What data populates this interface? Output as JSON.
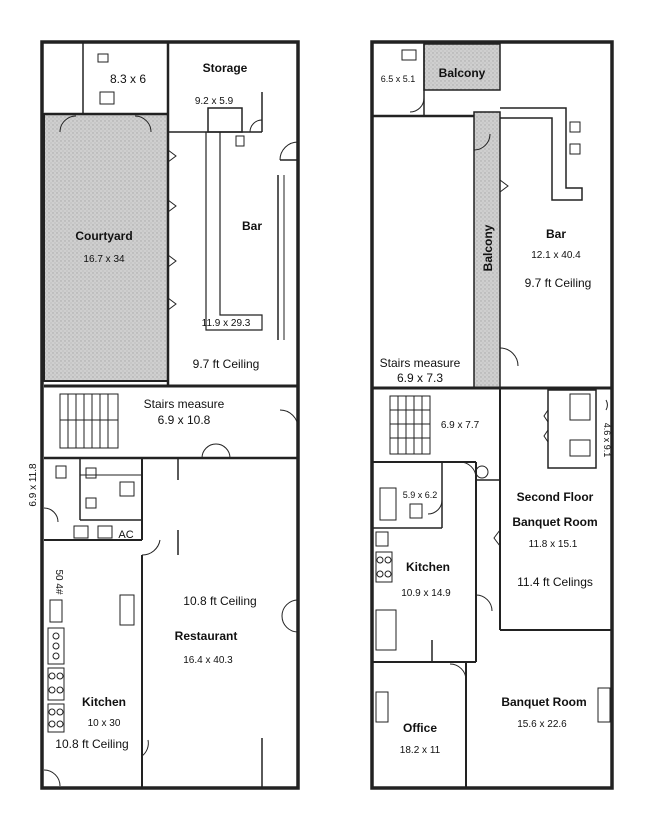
{
  "ground_floor": {
    "restroom_top": {
      "size": "8.3 x 6"
    },
    "storage": {
      "name": "Storage",
      "size": "9.2 x 5.9"
    },
    "courtyard": {
      "name": "Courtyard",
      "size": "16.7 x 34"
    },
    "bar": {
      "name": "Bar",
      "size": "11.9 x 29.3",
      "ceiling": "9.7 ft Ceiling"
    },
    "stairs": {
      "name": "Stairs measure",
      "size": "6.9 x 10.8"
    },
    "restrooms": {
      "size": "6.9 x 11.8"
    },
    "ac": {
      "name": "AC"
    },
    "kitchen": {
      "name": "Kitchen",
      "size": "10 x 30",
      "ceiling": "10.8 ft Ceiling",
      "side_label": "50 4#"
    },
    "restaurant": {
      "name": "Restaurant",
      "size": "16.4 x 40.3",
      "ceiling": "10.8 ft Ceiling"
    }
  },
  "second_floor": {
    "restroom_top": {
      "size": "6.5 x 5.1"
    },
    "balcony_top": {
      "name": "Balcony"
    },
    "balcony_corridor": {
      "name": "Balcony"
    },
    "bar": {
      "name": "Bar",
      "size": "12.1 x 40.4",
      "ceiling": "9.7 ft Ceiling"
    },
    "stairs": {
      "name": "Stairs measure",
      "size": "6.9 x 7.3"
    },
    "stair_room": {
      "size": "6.9 x 7.7"
    },
    "service_bar": {
      "size": "4.6 x 9.1"
    },
    "restroom_mid": {
      "size": "5.9 x 6.2"
    },
    "kitchen": {
      "name": "Kitchen",
      "size": "10.9 x 14.9"
    },
    "banquet_second": {
      "name_line1": "Second Floor",
      "name_line2": "Banquet Room",
      "size": "11.8 x 15.1",
      "ceiling": "11.4 ft Celings"
    },
    "office": {
      "name": "Office",
      "size": "18.2 x 11"
    },
    "banquet": {
      "name": "Banquet Room",
      "size": "15.6 x 22.6"
    }
  }
}
